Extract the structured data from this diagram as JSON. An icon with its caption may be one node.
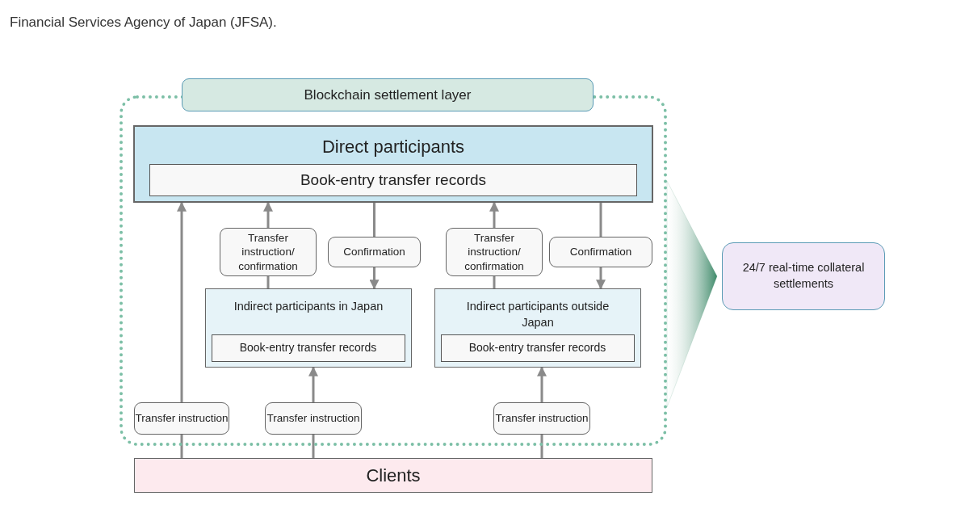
{
  "diagram": {
    "nodes": [
      {
        "text": [
          "Blockchain settlement layer"
        ]
      },
      {
        "text": [
          "Direct participants"
        ],
        "in": 0
      },
      {
        "text": [
          "Book-entry transfer records"
        ],
        "in": 1
      },
      {
        "text": [
          "Transfer instruction/ confirmation"
        ],
        "in": 0
      },
      {
        "text": [
          "Confirmation"
        ],
        "in": 0
      },
      {
        "text": [
          "Transfer instruction/ confirmation"
        ],
        "in": 0
      },
      {
        "text": [
          "Confirmation"
        ],
        "in": 0
      },
      {
        "text": [
          "Indirect participants in Japan"
        ],
        "in": 0
      },
      {
        "text": [
          "Book-entry transfer records"
        ],
        "in": 7
      },
      {
        "text": [
          "Indirect participants outside Japan"
        ],
        "in": 0
      },
      {
        "text": [
          "Book-entry transfer records"
        ],
        "in": 9
      },
      {
        "text": [
          "Transfer instruction"
        ],
        "in": 0
      },
      {
        "text": [
          "Transfer instruction"
        ],
        "in": 0
      },
      {
        "text": [
          "Transfer instruction"
        ],
        "in": 0
      },
      {
        "text": [
          "Clients"
        ]
      },
      {
        "text": [
          "24/7 real-time collateral settlements"
        ]
      }
    ],
    "edges": [
      {
        "from": 14,
        "to": 11,
        "arrow": "none"
      },
      {
        "from": 11,
        "to": 1,
        "arrow": "to"
      },
      {
        "from": 14,
        "to": 12,
        "arrow": "none"
      },
      {
        "from": 12,
        "to": 7,
        "arrow": "to"
      },
      {
        "from": 14,
        "to": 13,
        "arrow": "none"
      },
      {
        "from": 13,
        "to": 9,
        "arrow": "to"
      },
      {
        "from": 7,
        "to": 3,
        "arrow": "none"
      },
      {
        "from": 3,
        "to": 1,
        "arrow": "to"
      },
      {
        "from": 1,
        "to": 4,
        "arrow": "none"
      },
      {
        "from": 4,
        "to": 7,
        "arrow": "to"
      },
      {
        "from": 9,
        "to": 5,
        "arrow": "none"
      },
      {
        "from": 5,
        "to": 1,
        "arrow": "to"
      },
      {
        "from": 1,
        "to": 6,
        "arrow": "none"
      },
      {
        "from": 6,
        "to": 9,
        "arrow": "to"
      },
      {
        "from": 0,
        "to": 15,
        "arrow": "to",
        "style": "thick",
        "color": "#3f8a6a"
      }
    ],
    "labels": [
      "Financial Services Agency of Japan (JFSA)."
    ]
  }
}
